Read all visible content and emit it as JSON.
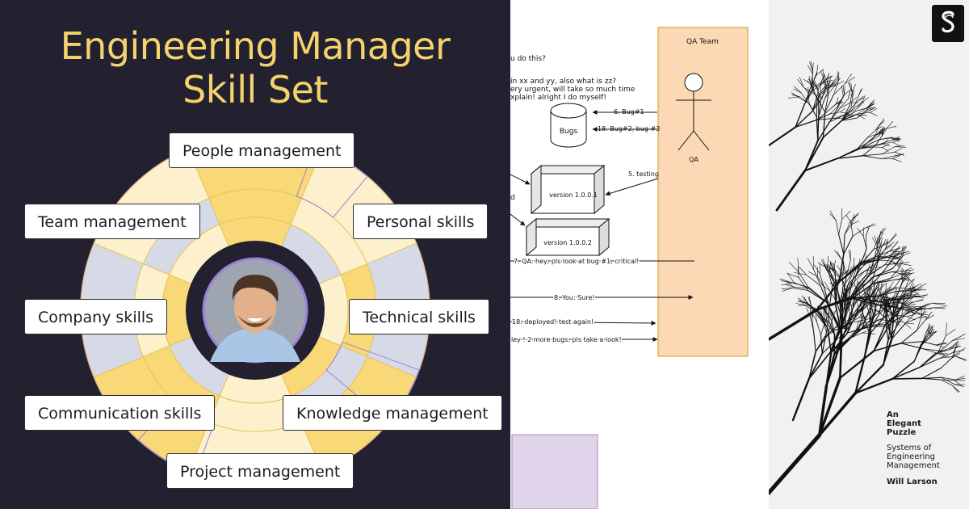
{
  "left_panel": {
    "title_line1": "Engineering Manager",
    "title_line2": "Skill Set",
    "skills": [
      "People management",
      "Team management",
      "Personal skills",
      "Company skills",
      "Technical skills",
      "Communication skills",
      "Knowledge management",
      "Project management"
    ],
    "colors": {
      "background": "#23202f",
      "title": "#f5d36c",
      "ring_yellow": "#f8d877",
      "ring_pale": "#fdf0cc",
      "ring_blue": "#d6dae6",
      "outline_purple": "#9b7fd8"
    }
  },
  "middle_panel": {
    "qa_team": "QA Team",
    "qa_actor": "QA",
    "bugs_label": "Bugs",
    "version_1": "version 1.0.0.1",
    "version_2": "version 1.0.0.2",
    "arrow_bug1": "6. Bug#1",
    "arrow_bug2": "18. Bug#2, bug #3",
    "arrow_testing": "5. testing",
    "msg_7": "7. QA: hey, pls look at bug #1, critical!",
    "msg_8": "8. You: Sure!",
    "msg_18": "18. deployed! test again!",
    "msg_hey": "ley ! 2 more bugs. pls take a look!",
    "snippet_1": "u do this?",
    "snippet_2": "in xx and yy, also what is zz?",
    "snippet_3": "ery urgent, will take so much time",
    "snippet_4": "xplain! alright I do myself!",
    "snippet_5": "d",
    "colors": {
      "qa_box": "#fcd9b5",
      "qa_border": "#d9a441",
      "lavender": "#e0d4ea"
    }
  },
  "right_panel": {
    "logo": "S",
    "book_title": [
      "An",
      "Elegant",
      "Puzzle"
    ],
    "book_subtitle": [
      "Systems of",
      "Engineering",
      "Management"
    ],
    "author": "Will Larson"
  }
}
